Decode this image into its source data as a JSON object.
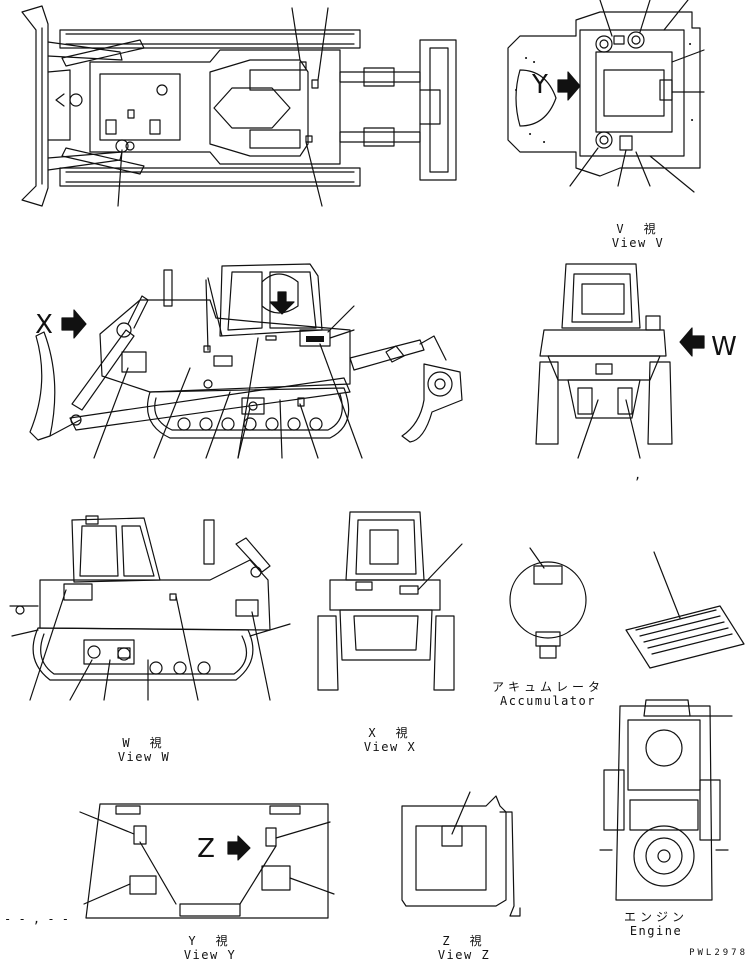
{
  "views": {
    "view_v": {
      "jp": "V　視",
      "en": "View V"
    },
    "view_w": {
      "jp": "W　視",
      "en": "View W"
    },
    "view_x": {
      "jp": "X　視",
      "en": "View X"
    },
    "view_y": {
      "jp": "Y　視",
      "en": "View Y"
    },
    "view_z": {
      "jp": "Z　視",
      "en": "View Z"
    }
  },
  "accumulator": {
    "jp": "アキュムレータ",
    "en": "Accumulator"
  },
  "engine": {
    "jp": "エンジン",
    "en": "Engine"
  },
  "arrow_letters": {
    "x": "X",
    "w": "W",
    "y": "Y",
    "z": "Z"
  },
  "stray_marks": {
    "comma": ",",
    "dashes": "- - , - -"
  },
  "doc_number": "PWL2978"
}
